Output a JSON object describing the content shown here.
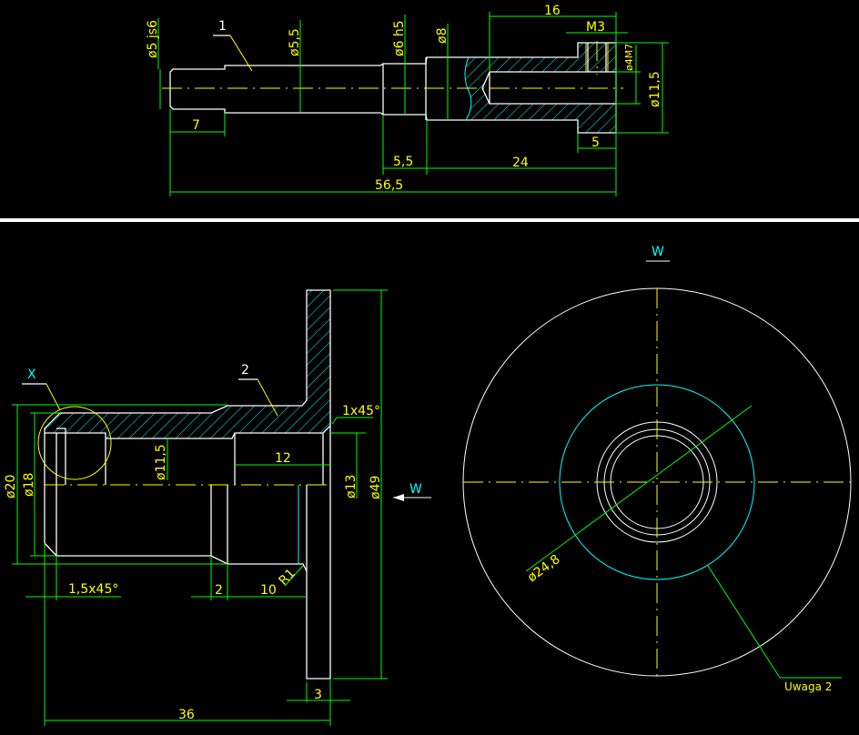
{
  "colors": {
    "background": "#000000",
    "outline": "#ffffff",
    "dimension": "#00ff00",
    "text": "#ffff00",
    "hatch": "#00ffff"
  },
  "part1": {
    "item_number": "1",
    "dims": {
      "d5js6": "ø5 js6",
      "d5_5": "ø5,5",
      "d6h5": "ø6 h5",
      "d8": "ø8",
      "len16": "16",
      "m3": "M3",
      "d4m7": "ø4M7",
      "d11_5": "ø11,5",
      "len7": "7",
      "len5": "5",
      "len5_5": "5,5",
      "len24": "24",
      "len56_5": "56,5"
    }
  },
  "part2": {
    "item_number": "2",
    "detail_label": "X",
    "view_arrow_label": "W",
    "dims": {
      "d20": "ø20",
      "d18": "ø18",
      "d11_5": "ø11,5",
      "len12": "12",
      "chamfer1": "1x45°",
      "d13": "ø13",
      "d49": "ø49",
      "chamfer15": "1,5x45°",
      "len2": "2",
      "len10": "10",
      "r1": "R1",
      "len3": "3",
      "len36": "36"
    }
  },
  "view_w": {
    "title": "W",
    "d24_8": "ø24,8",
    "note": "Uwaga 2"
  }
}
